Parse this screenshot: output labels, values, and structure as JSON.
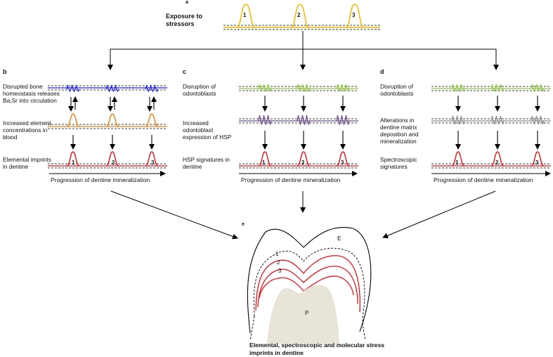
{
  "panel_a": {
    "letter": "a",
    "label": "Exposure to stressors",
    "peak_numbers": [
      "1",
      "2",
      "3"
    ]
  },
  "panel_b": {
    "letter": "b",
    "rows": [
      "Disrupted bone homeostasis releases Ba,Sr into circulation",
      "Increased element concentrations in blood",
      "Elemental imprints in dentine"
    ],
    "progression": "Progression of dentine mineralization",
    "peak_numbers": [
      "1",
      "2",
      "3"
    ]
  },
  "panel_c": {
    "letter": "c",
    "rows": [
      "Disruption of odontoblasts",
      "Increased odontoblast expression of  HSP",
      "HSP signatures in dentine"
    ],
    "progression": "Progression of dentine mineralization",
    "peak_numbers": [
      "1",
      "2",
      "3"
    ]
  },
  "panel_d": {
    "letter": "d",
    "rows": [
      "Disruption of odontoblasts",
      "Alterations in dentine matrix deposition  and mineralization",
      "Spectroscopic signatures"
    ],
    "progression": "Progression of dentine mineralization",
    "peak_numbers": [
      "1",
      "2",
      "3"
    ]
  },
  "panel_e": {
    "letter": "e",
    "enamel_label": "E",
    "pulp_label": "P",
    "line_numbers": [
      "1",
      "2",
      "3"
    ],
    "caption": "Elemental, spectroscopic and molecular stress imprints in dentine"
  },
  "colors": {
    "stress_peak": "#f2b705",
    "bone_wave": "#2222dd",
    "blood_peak": "#e8821e",
    "odontoblast_wave": "#8dc63f",
    "hsp_wave": "#6b4a8c",
    "matrix_wave": "#8c8c8c",
    "imprint": "#e0161b",
    "pulp": "#e8e4d8"
  }
}
